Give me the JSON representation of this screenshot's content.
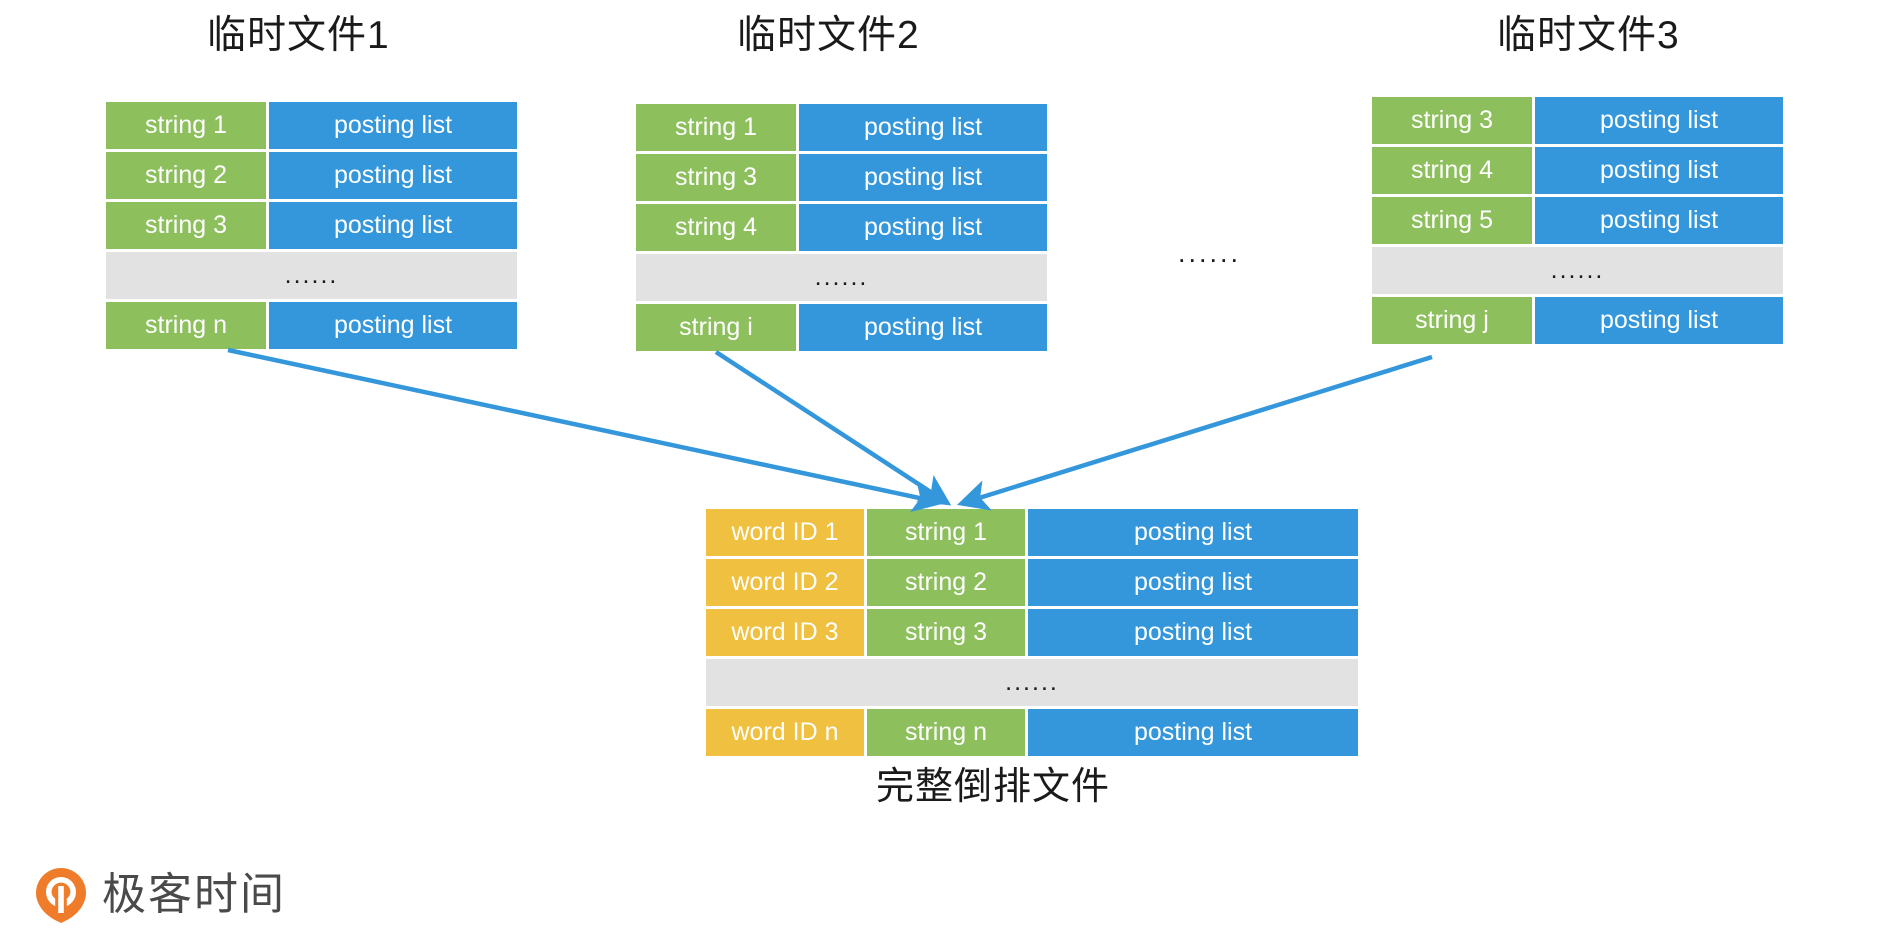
{
  "diagram": {
    "title_caption": "完整倒排文件",
    "between_tables_ellipsis": "......",
    "ellipsis_text": "......",
    "colors": {
      "green": "#8dbf5c",
      "blue": "#3497db",
      "yellow": "#f0c040",
      "ellipsis_grey": "#e2e2e2",
      "arrow": "#3497db",
      "logo_orange": "#ef7c2a",
      "logo_text": "#4a4a4a"
    },
    "temp_files": [
      {
        "title": "临时文件1",
        "rows": [
          {
            "type": "data",
            "string": "string 1",
            "posting": "posting list"
          },
          {
            "type": "data",
            "string": "string 2",
            "posting": "posting list"
          },
          {
            "type": "data",
            "string": "string 3",
            "posting": "posting list"
          },
          {
            "type": "ellipsis",
            "text": "......"
          },
          {
            "type": "data",
            "string": "string n",
            "posting": "posting list"
          }
        ]
      },
      {
        "title": "临时文件2",
        "rows": [
          {
            "type": "data",
            "string": "string 1",
            "posting": "posting list"
          },
          {
            "type": "data",
            "string": "string 3",
            "posting": "posting list"
          },
          {
            "type": "data",
            "string": "string 4",
            "posting": "posting list"
          },
          {
            "type": "ellipsis",
            "text": "......"
          },
          {
            "type": "data",
            "string": "string i",
            "posting": "posting list"
          }
        ]
      },
      {
        "title": "临时文件3",
        "rows": [
          {
            "type": "data",
            "string": "string 3",
            "posting": "posting list"
          },
          {
            "type": "data",
            "string": "string 4",
            "posting": "posting list"
          },
          {
            "type": "data",
            "string": "string 5",
            "posting": "posting list"
          },
          {
            "type": "ellipsis",
            "text": "......"
          },
          {
            "type": "data",
            "string": "string j",
            "posting": "posting list"
          }
        ]
      }
    ],
    "merged_file": {
      "caption": "完整倒排文件",
      "rows": [
        {
          "type": "data",
          "word_id": "word ID 1",
          "string": "string 1",
          "posting": "posting list"
        },
        {
          "type": "data",
          "word_id": "word ID 2",
          "string": "string 2",
          "posting": "posting list"
        },
        {
          "type": "data",
          "word_id": "word ID 3",
          "string": "string 3",
          "posting": "posting list"
        },
        {
          "type": "ellipsis",
          "text": "......"
        },
        {
          "type": "data",
          "word_id": "word ID n",
          "string": "string n",
          "posting": "posting list"
        }
      ]
    },
    "arrows": [
      {
        "name": "arrow-temp1-to-merged",
        "from": "临时文件1",
        "to": "完整倒排文件"
      },
      {
        "name": "arrow-temp2-to-merged",
        "from": "临时文件2",
        "to": "完整倒排文件"
      },
      {
        "name": "arrow-temp3-to-merged",
        "from": "临时文件3",
        "to": "完整倒排文件"
      }
    ],
    "logo": {
      "text": "极客时间",
      "icon": "geektime-pin-icon"
    }
  }
}
